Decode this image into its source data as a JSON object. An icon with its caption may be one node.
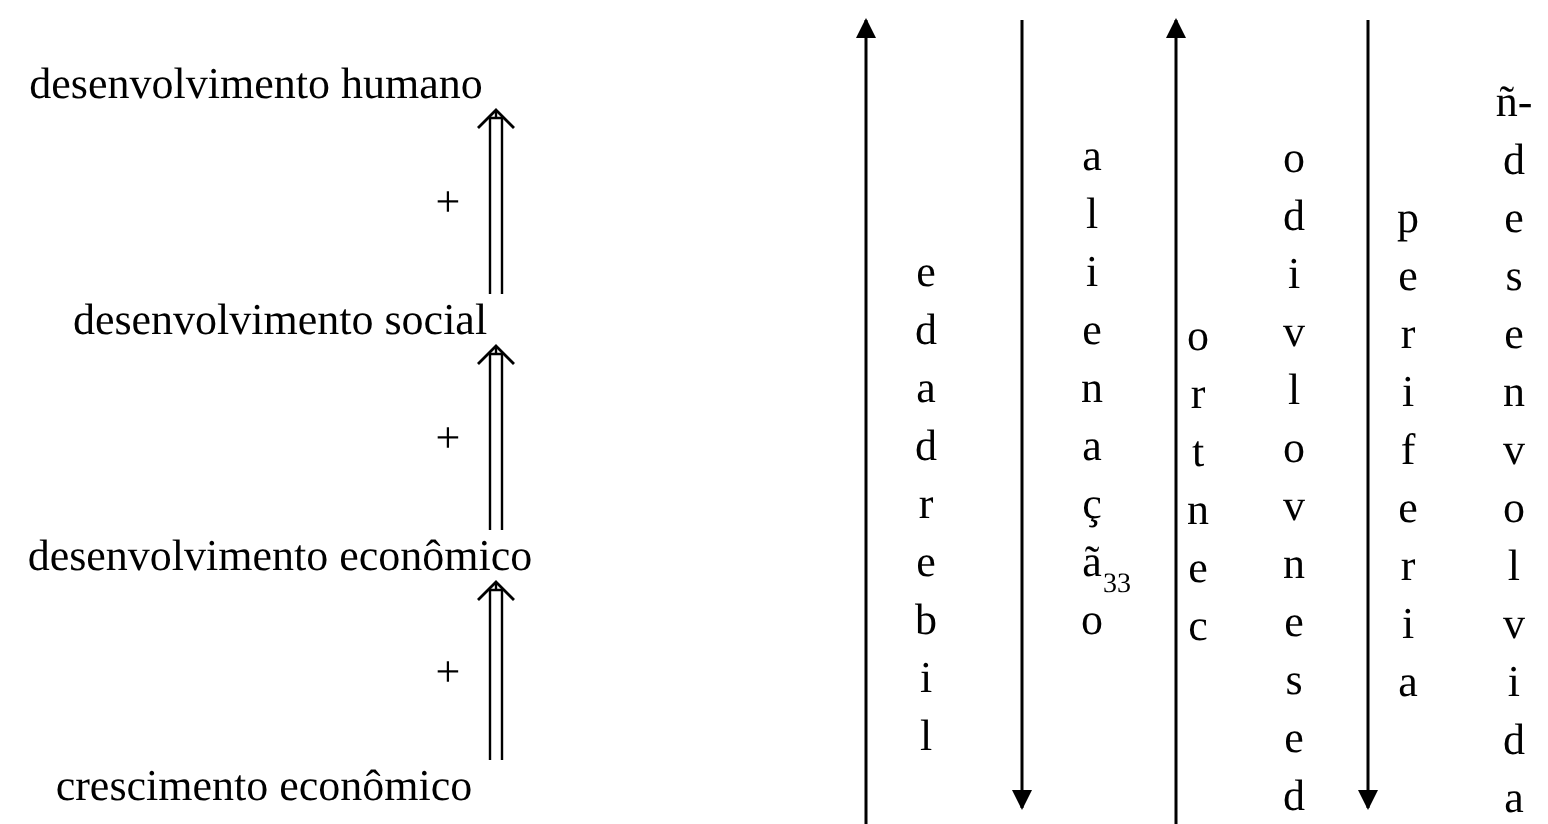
{
  "diagram": {
    "nodes": [
      {
        "text": [
          "desenvolvimento humano"
        ]
      },
      {
        "text": [
          "desenvolvimento social"
        ]
      },
      {
        "text": [
          "desenvolvimento econômico"
        ]
      },
      {
        "text": [
          "crescimento econômico"
        ]
      }
    ],
    "edges": [
      {
        "from": 3,
        "to": 2,
        "arrow": "to",
        "label": "+"
      },
      {
        "from": 2,
        "to": 1,
        "arrow": "to",
        "label": "+"
      },
      {
        "from": 1,
        "to": 0,
        "arrow": "to",
        "label": "+"
      }
    ],
    "labels": [
      "edadrebil",
      "alienação$^{33}$",
      "ortnec",
      "odivlovnesed",
      "periferia",
      "ñ-desenvolvida"
    ]
  }
}
